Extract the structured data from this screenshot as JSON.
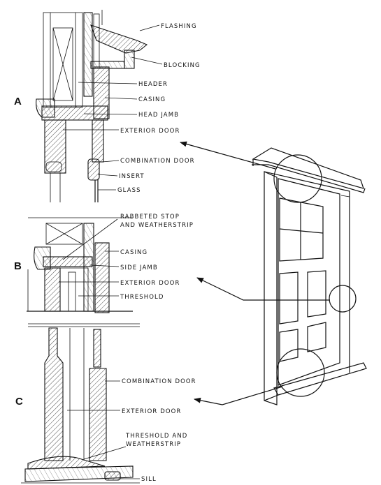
{
  "sections": {
    "a": "A",
    "b": "B",
    "c": "C"
  },
  "labels": {
    "flashing": "FLASHING",
    "blocking": "BLOCKING",
    "header": "HEADER",
    "casing_a": "CASING",
    "head_jamb": "HEAD JAMB",
    "exterior_door_a": "EXTERIOR DOOR",
    "combination_door_a": "COMBINATION DOOR",
    "insert": "INSERT",
    "glass": "GLASS",
    "rabbeted_stop_1": "RABBETED STOP",
    "rabbeted_stop_2": "AND WEATHERSTRIP",
    "casing_b": "CASING",
    "side_jamb": "SIDE JAMB",
    "exterior_door_b": "EXTERIOR DOOR",
    "threshold_b": "THRESHOLD",
    "combination_door_c": "COMBINATION DOOR",
    "exterior_door_c": "EXTERIOR DOOR",
    "threshold_weatherstrip_1": "THRESHOLD AND",
    "threshold_weatherstrip_2": "WEATHERSTRIP",
    "sill": "SILL"
  }
}
